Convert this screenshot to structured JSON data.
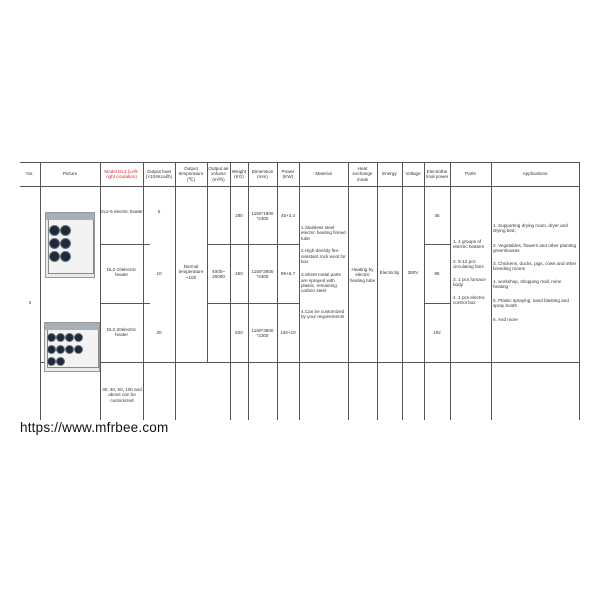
{
  "headers": {
    "no": "No.",
    "picture": "Picture",
    "model": "Model DL2 (Left-right ciculation)",
    "output_heat": "Output heat (×104Kcal/h)",
    "output_temp": "Output temperature (℃)",
    "output_air": "Output air volume (m³/h)",
    "weight": "Weight (KG)",
    "dimension": "Dimension (mm)",
    "power": "Power (KW)",
    "material": "Material",
    "heat_exchange": "Heat exchange mode",
    "energy": "Energy",
    "voltage": "Voltage",
    "electrothermal": "Electrothe rmal power",
    "parts": "Parts",
    "applications": "Applications"
  },
  "row_no": "2",
  "models": [
    {
      "name": "DL2-5 electric heater",
      "heat": "5",
      "weight": "280",
      "dimension": "1150*1800 *2300",
      "power": "45+3.4",
      "ept": "45"
    },
    {
      "name": "DL2-10electric heater",
      "heat": "10",
      "weight": "450",
      "dimension": "1150*2800 *2300",
      "power": "95+6.7",
      "ept": "95"
    },
    {
      "name": "DL2-20electric heater",
      "heat": "20",
      "weight": "520",
      "dimension": "1150*3800 *2300",
      "power": "192+10",
      "ept": "192"
    }
  ],
  "extra_models": "30, 40, 50, 100 and above can be customized",
  "shared": {
    "output_temp": "Normal temperature ~100",
    "output_air": "4000~ 26000",
    "heat_exchange": "Heating by electric heating tube",
    "energy": "Electricity",
    "voltage": "380V"
  },
  "material": [
    "1.Stainless steel electric heating finned tube",
    "2.High-density fire-resistant rock wool for box",
    "3.Sheet metal parts are sprayed with plastic, remaining carbon steel",
    "4.Can be customized by your requirements"
  ],
  "parts": [
    "1. 4 groups of electric heaters",
    "2. 6-12 pcs circulating fans",
    "3. 1 pcs furnace body",
    "4. 1 pcs electric control box"
  ],
  "applications": [
    "1. Supporting drying room, dryer and drying bed;",
    "2. Vegetables, flowers and other planting greenhouses",
    "3. Chickens, ducks, pigs, cows and other breeding rooms",
    "4. workshop, shopping mall, mine heating",
    "5. Plastic spraying, sand blasting and spray booth",
    "6. And more"
  ],
  "watermark": "https://www.mfrbee.com"
}
